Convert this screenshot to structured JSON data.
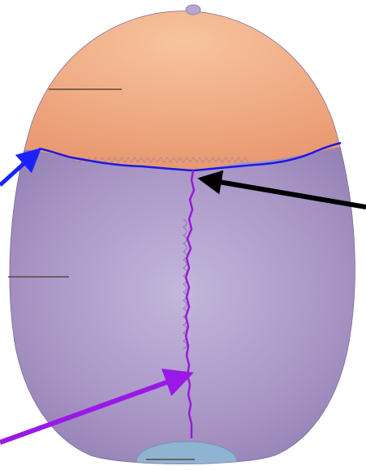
{
  "figure": {
    "subject": "skull-top-view",
    "colors": {
      "background": "#ffffff",
      "frontal_bone": "#f0a57d",
      "frontal_highlight": "#f7c49e",
      "parietal_bone": "#a895c3",
      "parietal_highlight": "#c9bde0",
      "occipital_bone": "#8fb4d2",
      "coronal_suture_trace": "#1a1ae6",
      "sagittal_suture_trace": "#9a19d9",
      "arrow_blue": "#1a22ff",
      "arrow_black": "#000000",
      "arrow_purple": "#9a19e6",
      "leader_line": "#5a4a3a"
    },
    "arrows": [
      {
        "name": "coronal-suture-arrow",
        "color": "blue"
      },
      {
        "name": "bregma-arrow",
        "color": "black"
      },
      {
        "name": "sagittal-suture-arrow",
        "color": "purple"
      }
    ]
  }
}
